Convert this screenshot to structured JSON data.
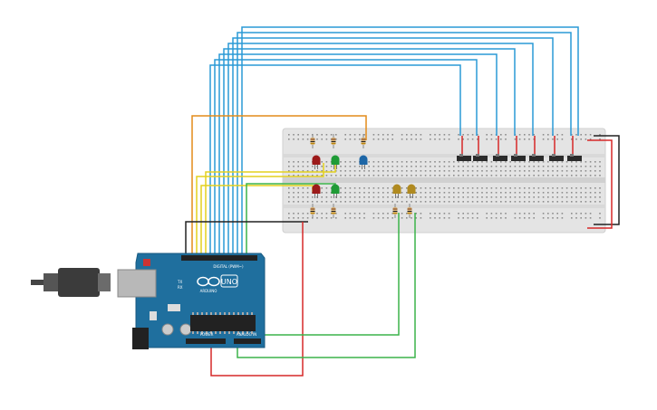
{
  "board": {
    "brand": "UNO",
    "sub_brand": "ARDUINO",
    "digital_header": "DIGITAL (PWM~)",
    "power_header": "POWER",
    "analog_header": "ANALOG IN",
    "led_labels": [
      "TX",
      "RX"
    ]
  },
  "colors": {
    "board": "#1f6f9e",
    "breadboard": "#e4e4e4",
    "wire_blue": "#2a9ad6",
    "wire_orange": "#e38c1a",
    "wire_yellow": "#e3d11e",
    "wire_green": "#3bb34a",
    "wire_black": "#222222",
    "wire_red": "#d62828",
    "led_red": "#9c1a1a",
    "led_green": "#1f9b36",
    "led_blue": "#1d66a6",
    "led_yellow": "#b08a20"
  },
  "components": {
    "leds": [
      "red",
      "green",
      "blue",
      "red",
      "green",
      "yellow",
      "yellow"
    ],
    "switch_count": 7,
    "resistor_count": 7
  }
}
